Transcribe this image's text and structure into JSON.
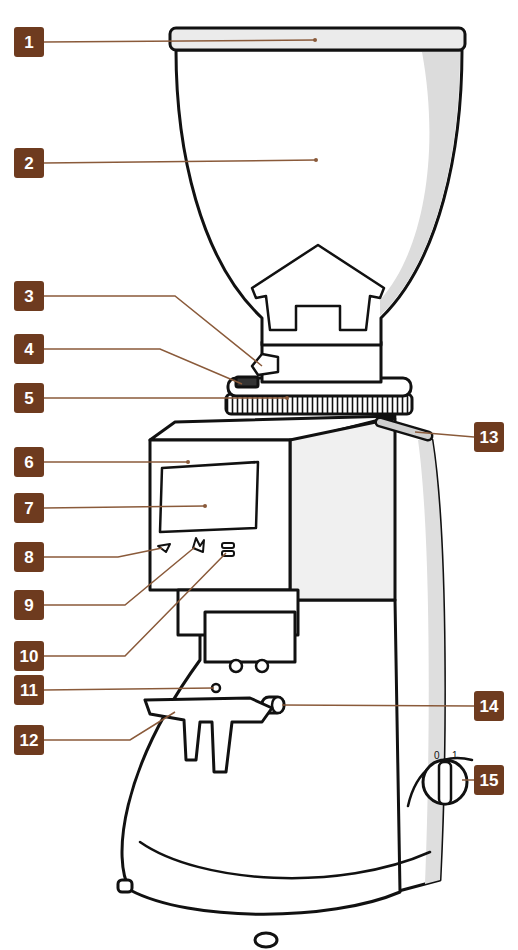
{
  "diagram": {
    "nodes": [
      {
        "text": [
          "1"
        ]
      },
      {
        "text": [
          "2"
        ]
      },
      {
        "text": [
          "3"
        ]
      },
      {
        "text": [
          "4"
        ]
      },
      {
        "text": [
          "5"
        ]
      },
      {
        "text": [
          "6"
        ]
      },
      {
        "text": [
          "7"
        ]
      },
      {
        "text": [
          "8"
        ]
      },
      {
        "text": [
          "9"
        ]
      },
      {
        "text": [
          "10"
        ]
      },
      {
        "text": [
          "11"
        ]
      },
      {
        "text": [
          "12"
        ]
      },
      {
        "text": [
          "13"
        ]
      },
      {
        "text": [
          "14"
        ]
      },
      {
        "text": [
          "15"
        ]
      }
    ],
    "labels": [
      "0",
      "1"
    ]
  }
}
